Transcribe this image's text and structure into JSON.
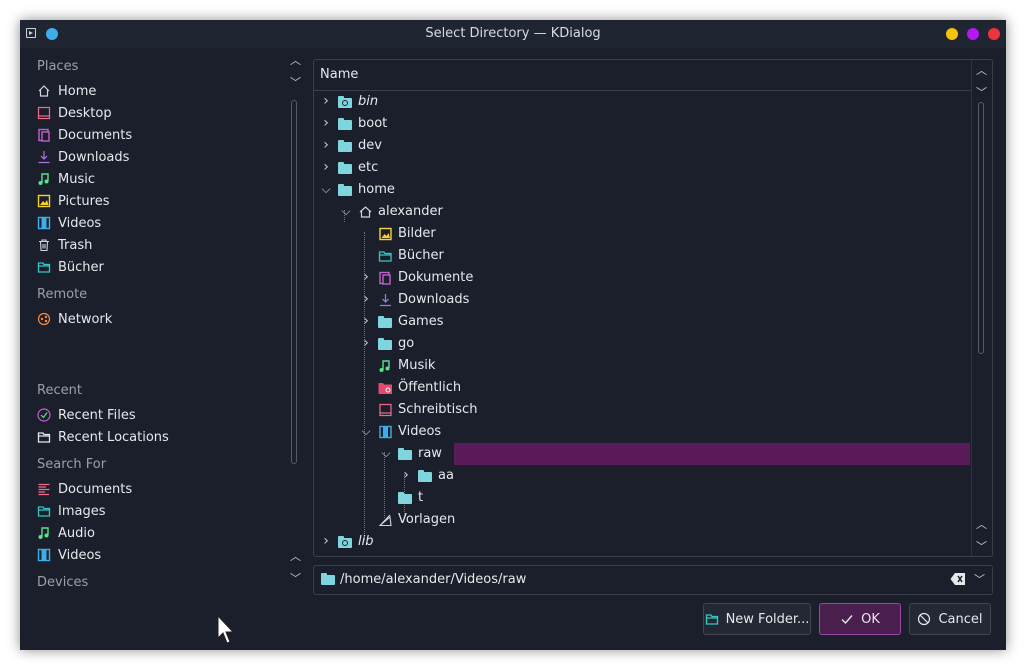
{
  "window": {
    "title": "Select Directory — KDialog"
  },
  "sidebar": {
    "sections": {
      "places": "Places",
      "remote": "Remote",
      "recent": "Recent",
      "search": "Search For",
      "devices": "Devices"
    },
    "places": [
      {
        "label": "Home",
        "icon": "home-icon"
      },
      {
        "label": "Desktop",
        "icon": "desktop-icon"
      },
      {
        "label": "Documents",
        "icon": "documents-icon"
      },
      {
        "label": "Downloads",
        "icon": "downloads-icon"
      },
      {
        "label": "Music",
        "icon": "music-icon"
      },
      {
        "label": "Pictures",
        "icon": "pictures-icon"
      },
      {
        "label": "Videos",
        "icon": "videos-icon"
      },
      {
        "label": "Trash",
        "icon": "trash-icon"
      },
      {
        "label": "Bücher",
        "icon": "folder-icon"
      }
    ],
    "remote": [
      {
        "label": "Network",
        "icon": "network-icon"
      }
    ],
    "recent": [
      {
        "label": "Recent Files",
        "icon": "recent-files-icon"
      },
      {
        "label": "Recent Locations",
        "icon": "recent-locations-icon"
      }
    ],
    "search": [
      {
        "label": "Documents",
        "icon": "documents-search-icon"
      },
      {
        "label": "Images",
        "icon": "images-icon"
      },
      {
        "label": "Audio",
        "icon": "audio-icon"
      },
      {
        "label": "Videos",
        "icon": "videos-icon"
      }
    ]
  },
  "tree": {
    "header": "Name",
    "rows": [
      {
        "label": "bin",
        "italic": true,
        "expander": "right"
      },
      {
        "label": "boot",
        "expander": "right"
      },
      {
        "label": "dev",
        "expander": "right"
      },
      {
        "label": "etc",
        "expander": "right"
      },
      {
        "label": "home",
        "expander": "down"
      },
      {
        "label": "alexander",
        "expander": "down"
      },
      {
        "label": "Bilder"
      },
      {
        "label": "Bücher"
      },
      {
        "label": "Dokumente",
        "expander": "right"
      },
      {
        "label": "Downloads",
        "expander": "right"
      },
      {
        "label": "Games",
        "expander": "right"
      },
      {
        "label": "go",
        "expander": "right"
      },
      {
        "label": "Musik"
      },
      {
        "label": "Öffentlich"
      },
      {
        "label": "Schreibtisch"
      },
      {
        "label": "Videos",
        "expander": "down"
      },
      {
        "label": "raw",
        "expander": "down",
        "selected": true
      },
      {
        "label": "aa",
        "expander": "right"
      },
      {
        "label": "t"
      },
      {
        "label": "Vorlagen"
      },
      {
        "label": "lib",
        "italic": true,
        "expander": "right"
      }
    ]
  },
  "path": {
    "value": "/home/alexander/Videos/raw"
  },
  "buttons": {
    "new_folder": "New Folder...",
    "ok": "OK",
    "cancel": "Cancel"
  },
  "colors": {
    "accent": "#9b47a5",
    "selection": "#5b1a5a",
    "folder": "#7fd5dd",
    "minimize": "#f5c211",
    "maximize": "#b218ef",
    "close": "#ed333b"
  }
}
